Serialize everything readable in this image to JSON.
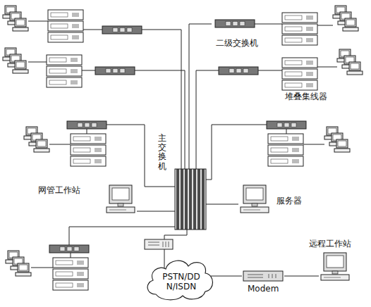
{
  "diagram": {
    "nodes": [
      {
        "text": [
          "二级交换机"
        ]
      },
      {
        "text": [
          "堆叠集线器"
        ]
      },
      {
        "text": [
          "主交换机"
        ]
      },
      {
        "text": [
          "网管工作站"
        ]
      },
      {
        "text": [
          "服务器"
        ]
      },
      {
        "text": [
          "PSTN/DD N/ISDN"
        ]
      },
      {
        "text": [
          "远程工作站"
        ]
      },
      {
        "text": [
          "Modem"
        ]
      }
    ],
    "edges": [
      {
        "from": 2,
        "to": 0,
        "arrow": "none"
      },
      {
        "from": 2,
        "to": 3,
        "arrow": "none"
      },
      {
        "from": 2,
        "to": 4,
        "arrow": "none"
      },
      {
        "from": 2,
        "to": 5,
        "arrow": "none"
      },
      {
        "from": 5,
        "to": 7,
        "arrow": "none"
      },
      {
        "from": 7,
        "to": 6,
        "arrow": "none"
      }
    ]
  }
}
